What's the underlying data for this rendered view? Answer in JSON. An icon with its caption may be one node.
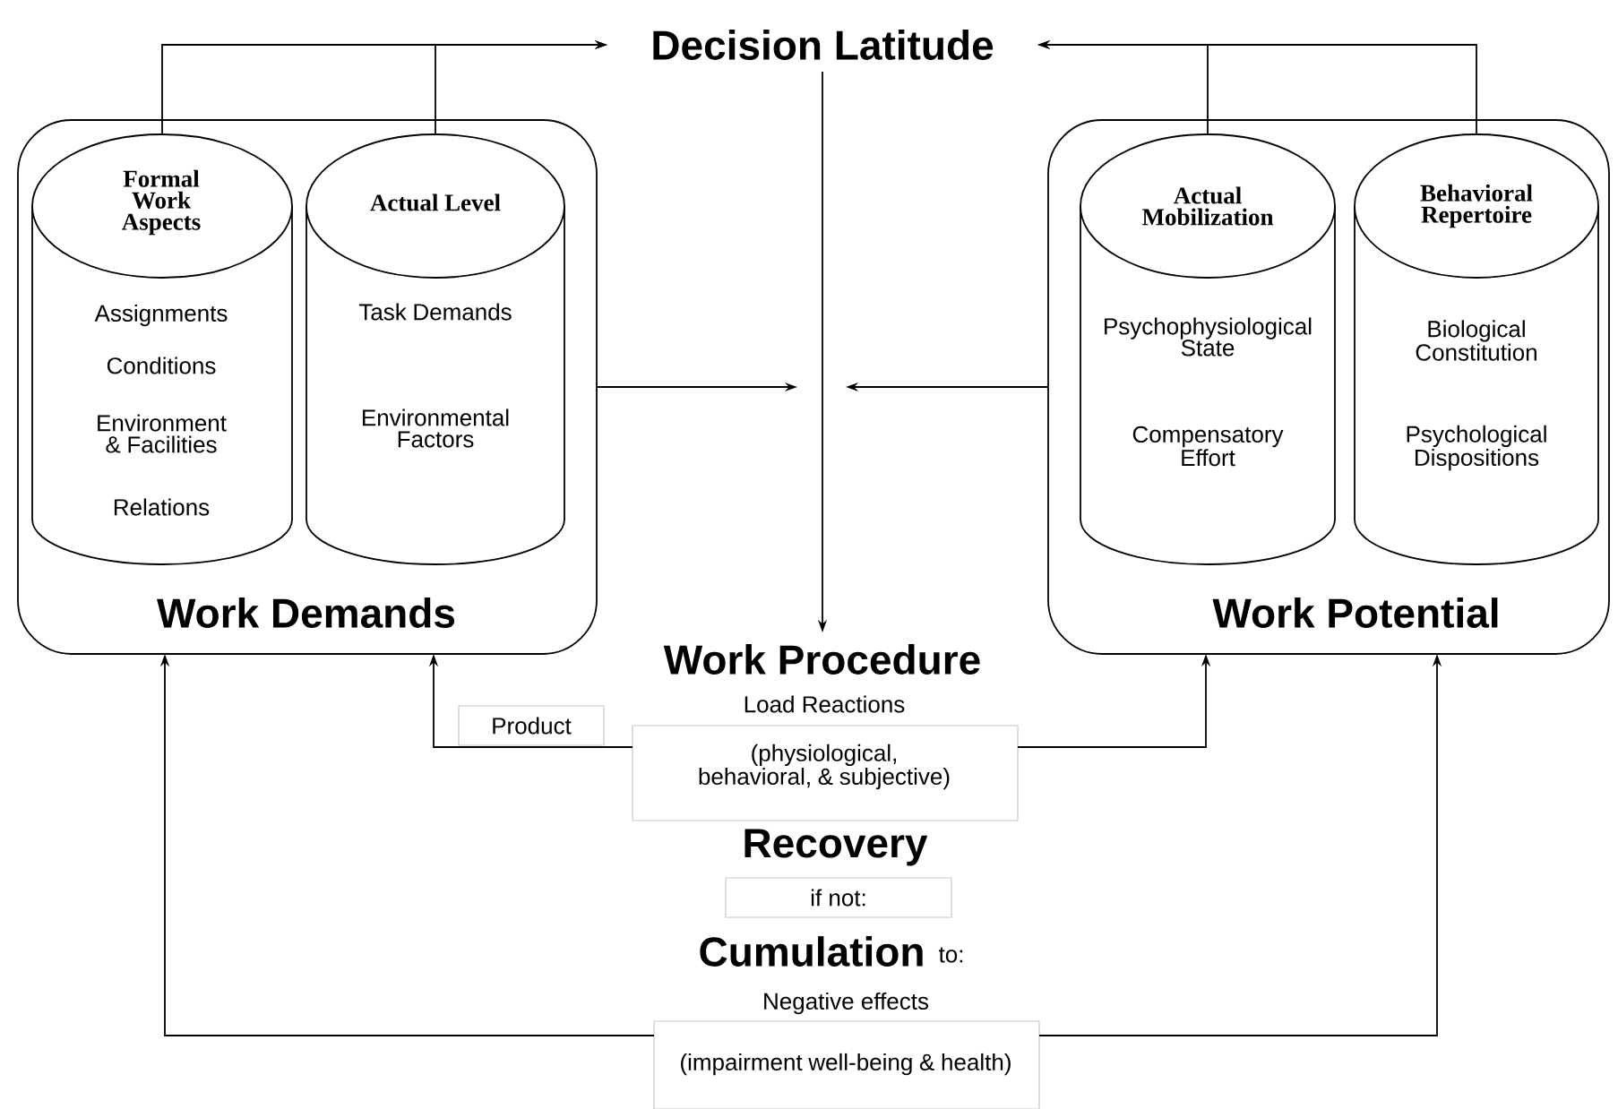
{
  "diagram": {
    "nodes": [
      {
        "text": [
          "Decision Latitude"
        ]
      },
      {
        "text": [
          "Work Demands"
        ]
      },
      {
        "text": [
          "Formal Work Aspects",
          "Assignments",
          "Conditions",
          "Environment & Facilities",
          "Relations"
        ],
        "in": 1
      },
      {
        "text": [
          "Actual Level",
          "Task Demands",
          "Environmental Factors"
        ],
        "in": 1
      },
      {
        "text": [
          "Work Potential"
        ]
      },
      {
        "text": [
          "Actual Mobilization",
          "Psychophysiological State",
          "Compensatory Effort"
        ],
        "in": 4
      },
      {
        "text": [
          "Behavioral Repertoire",
          "Biological Constitution",
          "Psychological Dispositions"
        ],
        "in": 4
      },
      {
        "text": [
          "Work Procedure"
        ]
      },
      {
        "text": [
          "Load Reactions",
          "(physiological, behavioral, & subjective)"
        ]
      },
      {
        "text": [
          "Negative effects",
          "(impairment well-being & health)"
        ]
      }
    ],
    "edges": [
      {
        "from": 2,
        "to": 0,
        "arrow": "to"
      },
      {
        "from": 3,
        "to": 0,
        "arrow": "to"
      },
      {
        "from": 5,
        "to": 0,
        "arrow": "to"
      },
      {
        "from": 6,
        "to": 0,
        "arrow": "to"
      },
      {
        "from": 0,
        "to": 7,
        "arrow": "to"
      },
      {
        "from": 1,
        "to": null,
        "arrow": "to"
      },
      {
        "from": 4,
        "to": null,
        "arrow": "to"
      },
      {
        "from": 8,
        "to": 1,
        "arrow": "to",
        "label": "Product"
      },
      {
        "from": 8,
        "to": 4,
        "arrow": "to"
      },
      {
        "from": 9,
        "to": 1,
        "arrow": "to"
      },
      {
        "from": 9,
        "to": 4,
        "arrow": "to"
      }
    ],
    "labels": [
      "Recovery",
      "if not:",
      "Cumulation",
      "to:"
    ]
  }
}
